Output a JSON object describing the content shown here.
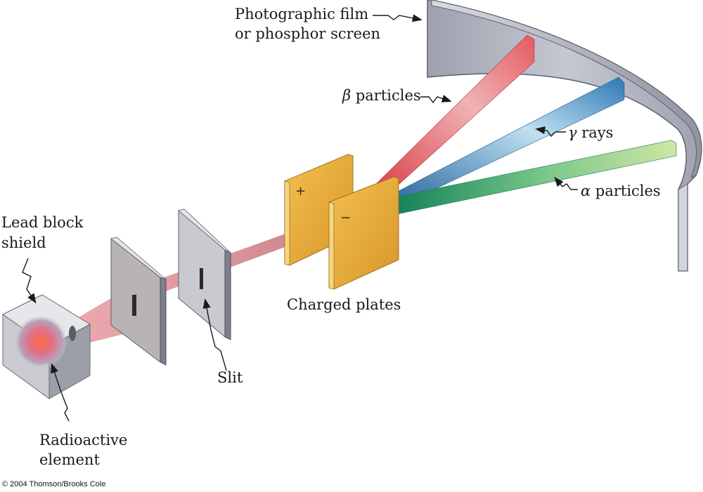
{
  "labels": {
    "film": [
      "Photographic film",
      "or phosphor screen"
    ],
    "beta_symbol": "β",
    "beta_text": "particles",
    "gamma_symbol": "γ",
    "gamma_text": "rays",
    "alpha_symbol": "α",
    "alpha_text": "particles",
    "charged_plates": "Charged plates",
    "lead_block": [
      "Lead block",
      "shield"
    ],
    "slit": "Slit",
    "radioactive": [
      "Radioactive",
      "element"
    ]
  },
  "plate_signs": {
    "positive": "+",
    "negative": "−"
  },
  "copyright": "© 2004 Thomson/Brooks Cole",
  "colors": {
    "beta_beam": "#e05a63",
    "gamma_beam": "#3f86bd",
    "alpha_beam": "#1f9a6c",
    "source_beam": "#d98a8e",
    "plates": "#e3a634",
    "screen": "#b9bcc8",
    "lead_block": "#c9cbd1"
  }
}
